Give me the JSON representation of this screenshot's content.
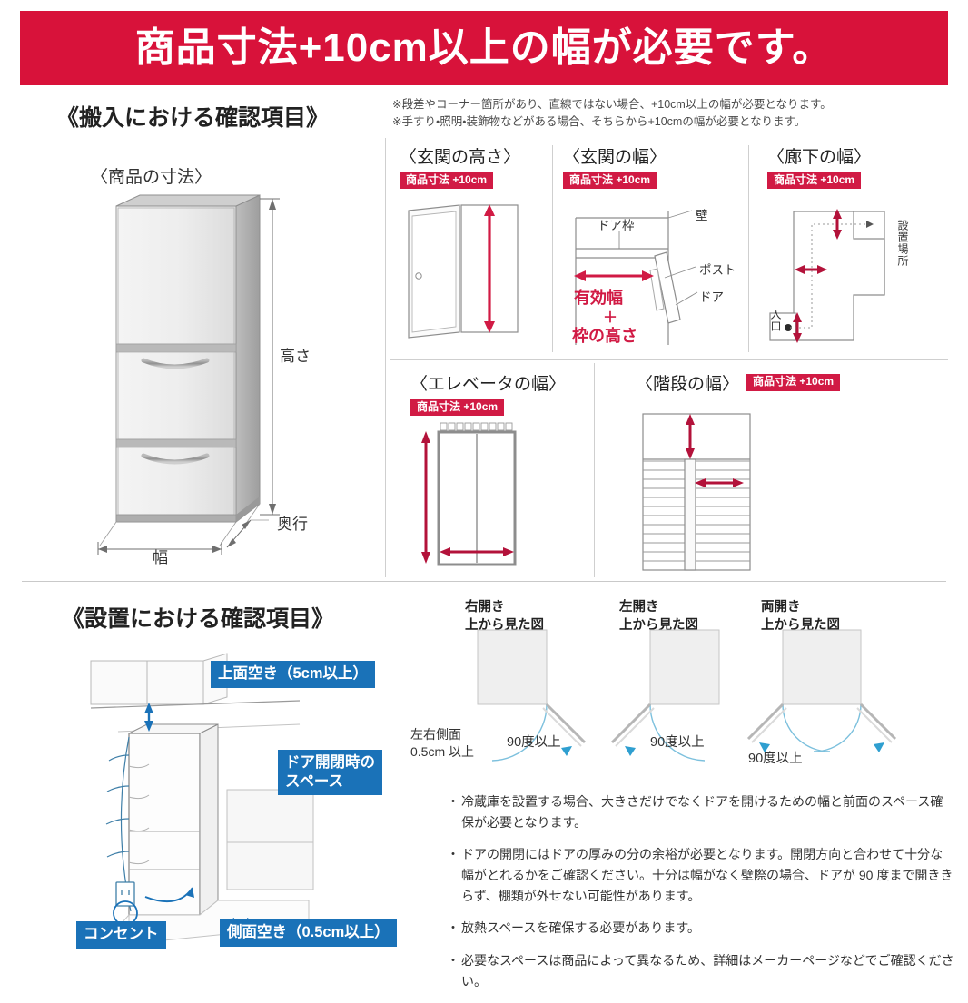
{
  "banner": {
    "text": "商品寸法+10cm以上の幅が必要です。",
    "bg": "#d8123a"
  },
  "notes": [
    "※段差やコーナー箇所があり、直線ではない場合、+10cm以上の幅が必要となります。",
    "※手すり・照明・装飾物などがある場合、そちらから+10cmの幅が必要となります。"
  ],
  "section_carry_in": {
    "heading": "《搬入における確認項目》",
    "product_dim_title": "〈商品の寸法〉",
    "dimensions": {
      "height": "高さ",
      "depth": "奥行",
      "width": "幅"
    }
  },
  "badge_label": "商品寸法 +10cm",
  "panels": {
    "entrance_height": {
      "title": "〈玄関の高さ〉",
      "badge": "商品寸法 +10cm"
    },
    "entrance_width": {
      "title": "〈玄関の幅〉",
      "badge": "商品寸法 +10cm",
      "labels": {
        "door_frame": "ドア枠",
        "wall": "壁",
        "post": "ポスト",
        "door": "ドア",
        "effective_width": "有効幅",
        "plus": "＋",
        "frame_height": "枠の高さ"
      }
    },
    "corridor_width": {
      "title": "〈廊下の幅〉",
      "badge": "商品寸法 +10cm",
      "labels": {
        "install_place": "設置場所",
        "entrance": "入口"
      }
    },
    "elevator_width": {
      "title": "〈エレベータの幅〉",
      "badge": "商品寸法 +10cm"
    },
    "stairs_width": {
      "title": "〈階段の幅〉",
      "badge": "商品寸法 +10cm"
    }
  },
  "section_install": {
    "heading": "《設置における確認項目》",
    "callouts": {
      "top_clearance": "上面空き（5cm以上）",
      "door_space": "ドア開閉時の\nスペース",
      "outlet": "コンセント",
      "side_clearance": "側面空き（0.5cm以上）"
    }
  },
  "swing_views": [
    {
      "name": "右開き",
      "view": "上から見た図",
      "angle": "90度以上"
    },
    {
      "name": "左開き",
      "view": "上から見た図",
      "angle": "90度以上"
    },
    {
      "name": "両開き",
      "view": "上から見た図",
      "angle": "90度以上"
    }
  ],
  "side_clearance_note": "左右側面\n0.5cm 以上",
  "bullets": [
    "冷蔵庫を設置する場合、大きさだけでなくドアを開けるための幅と前面のスペース確保が必要となります。",
    "ドアの開閉にはドアの厚みの分の余裕が必要となります。開閉方向と合わせて十分な幅がとれるかをご確認ください。十分は幅がなく壁際の場合、ドアが 90 度まで開ききらず、棚類が外せない可能性があります。",
    "放熱スペースを確保する必要があります。",
    "必要なスペースは商品によって異なるため、詳細はメーカーページなどでご確認ください。"
  ],
  "bullet_mark": "・",
  "colors": {
    "red": "#d11a44",
    "blue": "#1a72b8",
    "gray": "#8a8a8a"
  }
}
